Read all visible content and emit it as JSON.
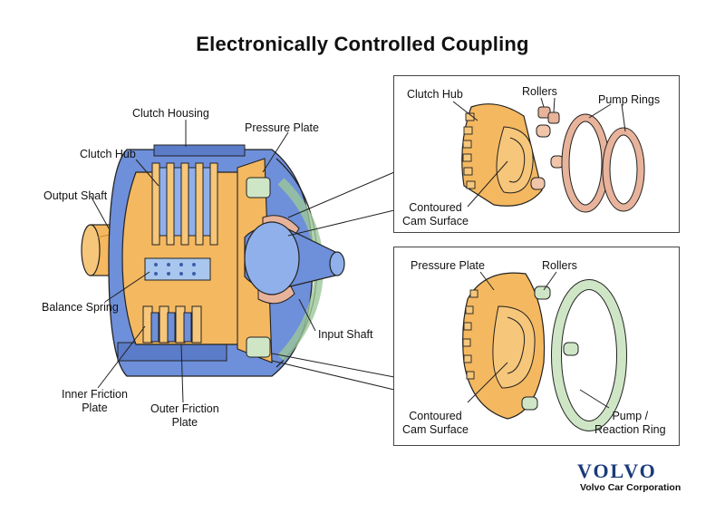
{
  "title": "Electronically Controlled Coupling",
  "main_labels": {
    "clutch_housing": "Clutch Housing",
    "pressure_plate": "Pressure Plate",
    "clutch_hub": "Clutch Hub",
    "output_shaft": "Output Shaft",
    "balance_spring": "Balance Spring",
    "input_shaft": "Input Shaft",
    "inner_friction_plate": "Inner Friction\nPlate",
    "outer_friction_plate": "Outer Friction\nPlate"
  },
  "detail_top": {
    "clutch_hub": "Clutch Hub",
    "rollers": "Rollers",
    "pump_rings": "Pump Rings",
    "contoured_cam_surface": "Contoured\nCam Surface"
  },
  "detail_bottom": {
    "pressure_plate": "Pressure Plate",
    "rollers": "Rollers",
    "contoured_cam_surface": "Contoured\nCam Surface",
    "pump_reaction_ring": "Pump /\nReaction Ring"
  },
  "brand": {
    "logo": "VOLVO",
    "corporation": "Volvo Car Corporation"
  },
  "colors": {
    "housing_blue": "#6e8fd9",
    "hub_orange": "#f4b860",
    "pump_ring_pink": "#e8b39b",
    "reaction_ring_green": "#cfe6c6",
    "volvo_blue": "#1a3b7a"
  }
}
